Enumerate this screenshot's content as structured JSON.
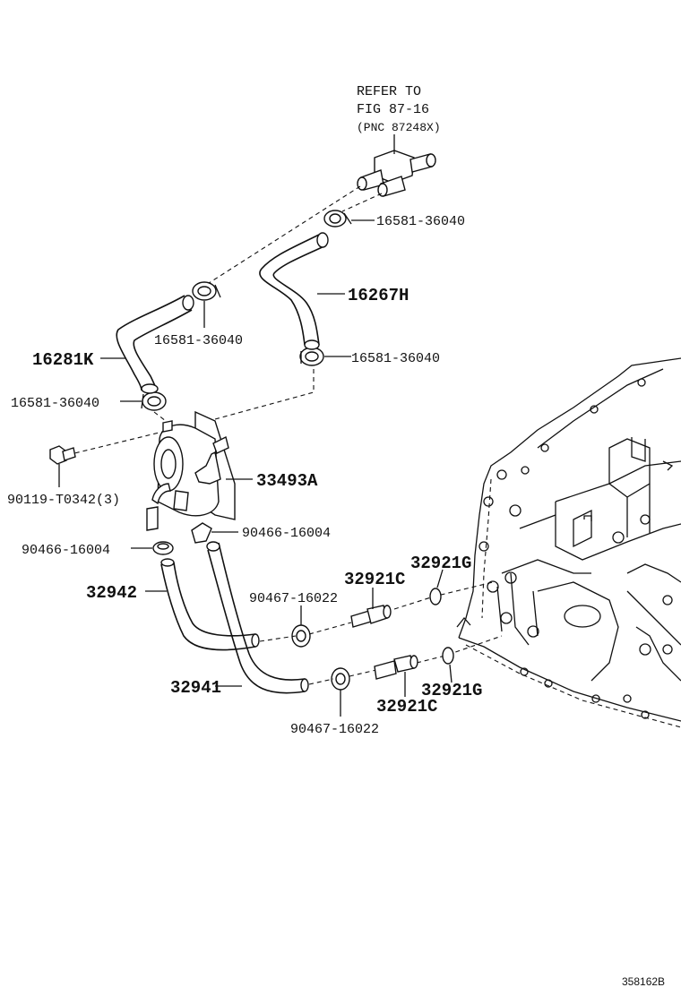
{
  "reference": {
    "line1": "REFER TO",
    "line2": "FIG 87-16",
    "line3": "(PNC 87248X)"
  },
  "labels": {
    "clamp_top_right": "16581-36040",
    "hose_16267H": "16267H",
    "clamp_upper_left": "16581-36040",
    "hose_16281K": "16281K",
    "clamp_mid_right": "16581-36040",
    "clamp_left": "16581-36040",
    "bolt": "90119-T0342(3)",
    "cooler": "33493A",
    "clip_right": "90466-16004",
    "clip_left": "90466-16004",
    "union_upper": "32921C",
    "oring_upper": "32921G",
    "clip_upper": "90467-16022",
    "hose_32942": "32942",
    "hose_32941": "32941",
    "oring_lower": "32921G",
    "union_lower": "32921C",
    "clip_lower": "90467-16022"
  },
  "figure_code": "358162B"
}
